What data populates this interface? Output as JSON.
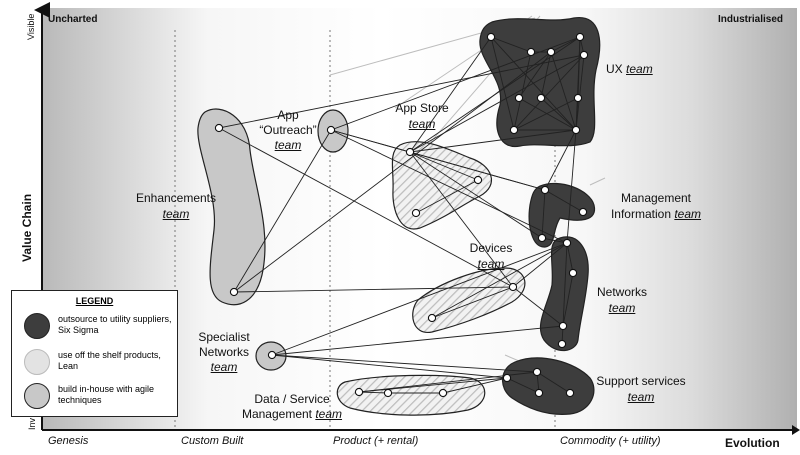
{
  "corners": {
    "left": "Uncharted",
    "right": "Industrialised"
  },
  "y_axis": {
    "title": "Value Chain",
    "top": "Visible",
    "bottom": "Inv"
  },
  "x_axis": {
    "title": "Evolution",
    "stages": [
      "Genesis",
      "Custom Built",
      "Product (+ rental)",
      "Commodity (+ utility)"
    ]
  },
  "components": {
    "enhancements": {
      "name": "Enhancements",
      "team": "team"
    },
    "app_outreach": {
      "name1": "App",
      "name2": "“Outreach”",
      "team": "team"
    },
    "app_store": {
      "name": "App Store",
      "team": "team"
    },
    "ux": {
      "name": "UX",
      "team": "team"
    },
    "management_info": {
      "name1": "Management",
      "name2": "Information",
      "team": "team"
    },
    "devices": {
      "name": "Devices",
      "team": "team"
    },
    "networks": {
      "name": "Networks",
      "team": "team"
    },
    "specialist_networks": {
      "name1": "Specialist",
      "name2": "Networks",
      "team": "team"
    },
    "data_service": {
      "name1": "Data / Service",
      "name2": "Management",
      "team": "team"
    },
    "support_services": {
      "name": "Support services",
      "team": "team"
    }
  },
  "legend": {
    "title": "LEGEND",
    "items": [
      {
        "text": "outsource to utility suppliers, Six Sigma",
        "color": "#3d3d3d"
      },
      {
        "text": "use off the shelf products, Lean",
        "color": "#e3e3e3"
      },
      {
        "text": "build in-house with agile techniques",
        "color": "#c8c8c8"
      }
    ]
  }
}
